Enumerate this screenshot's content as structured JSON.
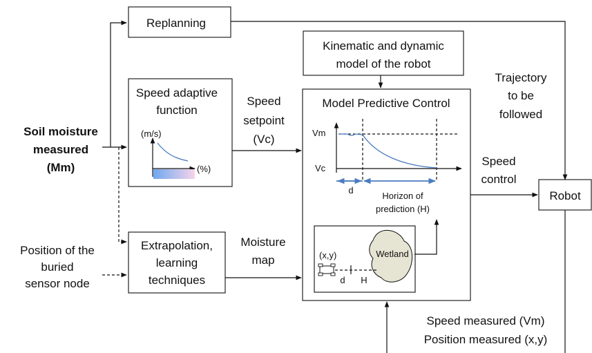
{
  "inputs": {
    "soil_moisture": [
      "Soil moisture",
      "measured",
      "(Mm)"
    ],
    "sensor_position": [
      "Position of the",
      "buried",
      "sensor node"
    ]
  },
  "blocks": {
    "replanning": "Replanning",
    "kinematic_model": [
      "Kinematic and dynamic",
      "model of the robot"
    ],
    "speed_adaptive": [
      "Speed adaptive",
      "function"
    ],
    "extrapolation": [
      "Extrapolation,",
      "learning",
      "techniques"
    ],
    "mpc": "Model Predictive Control",
    "robot": "Robot"
  },
  "signals": {
    "speed_setpoint": [
      "Speed",
      "setpoint",
      "(Vc)"
    ],
    "moisture_map": [
      "Moisture",
      "map"
    ],
    "trajectory": [
      "Trajectory",
      "to be",
      "followed"
    ],
    "speed_control": [
      "Speed",
      "control"
    ],
    "feedback": [
      "Speed measured (Vm)",
      "Position measured (x,y)"
    ]
  },
  "speed_function_plot": {
    "y_unit": "(m/s)",
    "x_unit": "(%)",
    "gradient_colors": [
      "#6fa8ef",
      "#f6d3ea"
    ],
    "curve_color": "#4a7cc0"
  },
  "mpc_plot": {
    "vm_label": "Vm",
    "vc_label": "Vc",
    "d_label": "d",
    "horizon_label": [
      "Horizon of",
      "prediction (H)"
    ],
    "accent_color": "#4a7cc0"
  },
  "map_inset": {
    "xy_label": "(x,y)",
    "d_label": "d",
    "h_label": "H",
    "wetland_label": "Wetland",
    "wetland_color": "#e6e4d3"
  }
}
